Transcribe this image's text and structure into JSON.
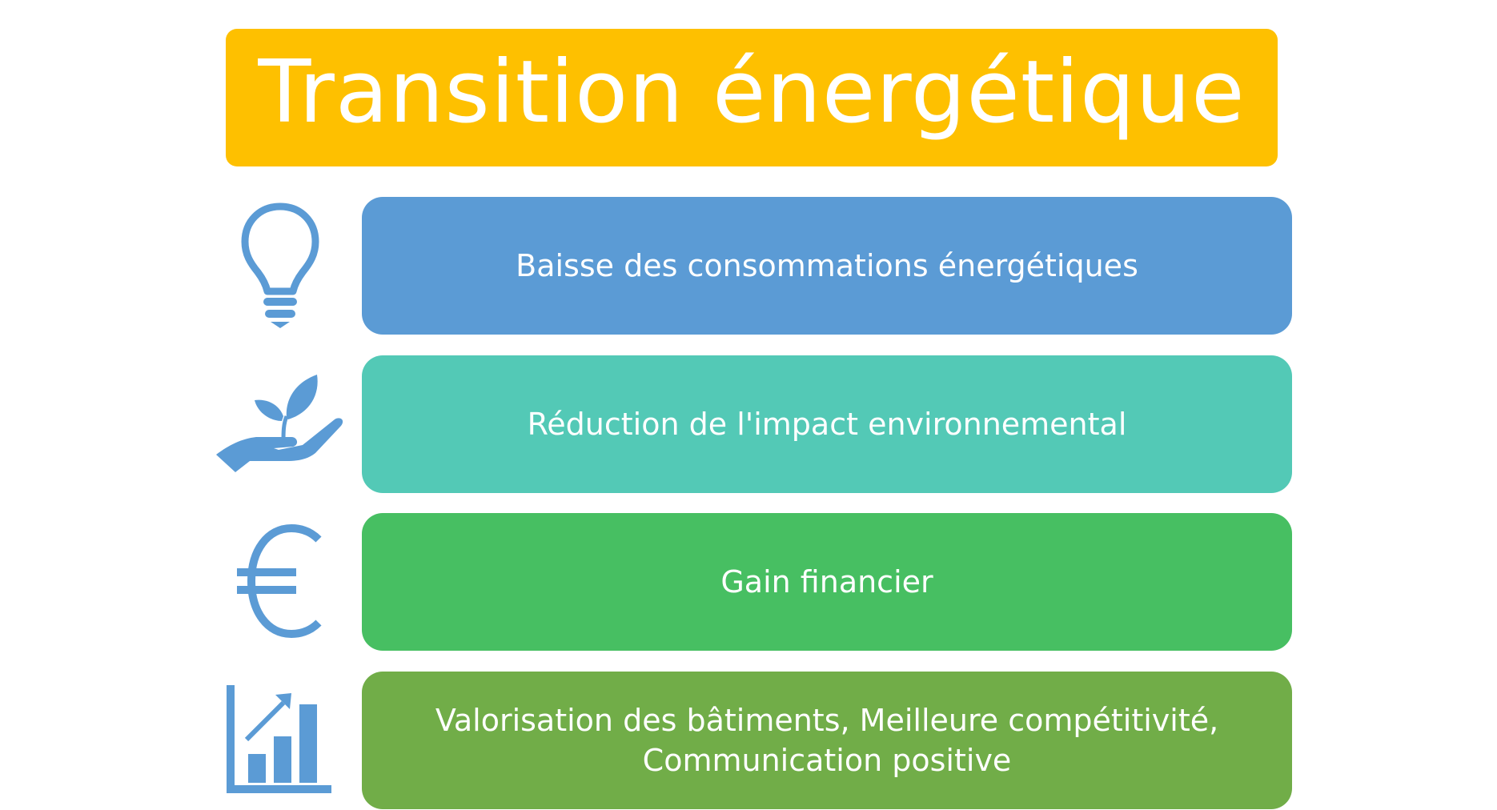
{
  "title": "Transition énergétique",
  "colors": {
    "title_bg": "#fec000",
    "icon": "#5b9bd5",
    "text": "#ffffff"
  },
  "rows": [
    {
      "icon": "lightbulb-icon",
      "text": "Baisse des consommations énergétiques",
      "color": "#5b9bd5"
    },
    {
      "icon": "plant-in-hand-icon",
      "text": "Réduction de l'impact environnemental",
      "color": "#53c9b6"
    },
    {
      "icon": "euro-icon",
      "text": "Gain financier",
      "color": "#47bf62"
    },
    {
      "icon": "growth-chart-icon",
      "text": "Valorisation des bâtiments, Meilleure compétitivité, Communication positive",
      "color": "#71ad48"
    }
  ]
}
